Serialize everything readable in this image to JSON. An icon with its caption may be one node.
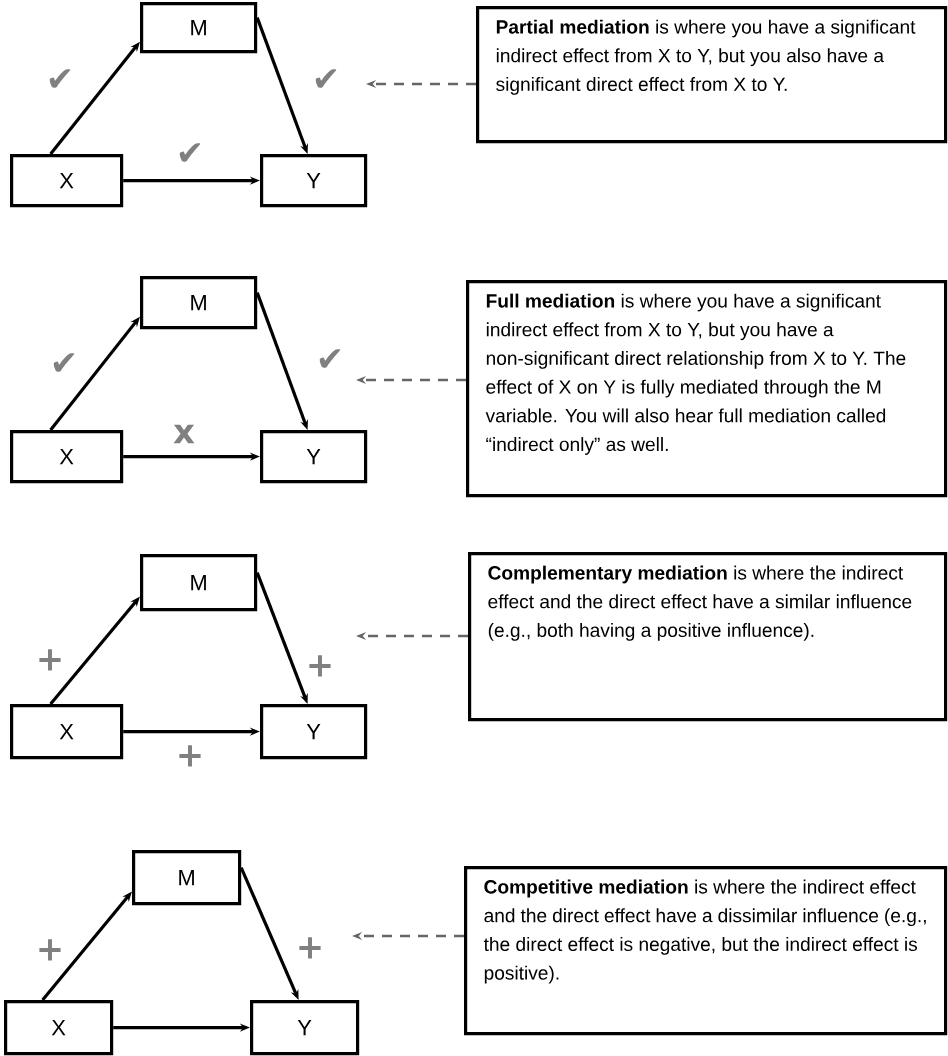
{
  "diagram": {
    "nodes": [
      {
        "text": [
          "M"
        ]
      },
      {
        "text": [
          "X"
        ]
      },
      {
        "text": [
          "Y"
        ]
      },
      {
        "text": [
          "**Partial mediation** is where you have a significant indirect effect from X to Y, but you also have a significant direct effect from X to Y."
        ]
      },
      {
        "text": [
          "M"
        ]
      },
      {
        "text": [
          "X"
        ]
      },
      {
        "text": [
          "Y"
        ]
      },
      {
        "text": [
          "**Full mediation** is where you have a significant indirect effect from X to Y, but you have a non-significant direct relationship from X to Y. The effect of X on Y is fully mediated through the M variable. You will also hear full mediation called “indirect only” as well."
        ]
      },
      {
        "text": [
          "M"
        ]
      },
      {
        "text": [
          "X"
        ]
      },
      {
        "text": [
          "Y"
        ]
      },
      {
        "text": [
          "**Complementary mediation** is where the indirect effect and the direct effect have a similar influence (e.g., both having a positive influence)."
        ]
      },
      {
        "text": [
          "M"
        ]
      },
      {
        "text": [
          "X"
        ]
      },
      {
        "text": [
          "Y"
        ]
      },
      {
        "text": [
          "**Competitive mediation** is where the indirect effect and the direct effect have a dissimilar influence (e.g., the direct effect is negative, but the indirect effect is positive)."
        ]
      }
    ],
    "edges": [
      {
        "from": 1,
        "to": 0,
        "arrow": "to",
        "label": "✔"
      },
      {
        "from": 0,
        "to": 2,
        "arrow": "to",
        "label": "✔"
      },
      {
        "from": 1,
        "to": 2,
        "arrow": "to",
        "label": "✔"
      },
      {
        "from": 3,
        "to": null,
        "arrow": "to",
        "style": "dashed",
        "color": "#666666"
      },
      {
        "from": 5,
        "to": 4,
        "arrow": "to",
        "label": "✔"
      },
      {
        "from": 4,
        "to": 6,
        "arrow": "to",
        "label": "✔"
      },
      {
        "from": 5,
        "to": 6,
        "arrow": "to",
        "label": "x"
      },
      {
        "from": 7,
        "to": null,
        "arrow": "to",
        "style": "dashed",
        "color": "#666666"
      },
      {
        "from": 9,
        "to": 8,
        "arrow": "to",
        "label": "+"
      },
      {
        "from": 8,
        "to": 10,
        "arrow": "to",
        "label": "+"
      },
      {
        "from": 9,
        "to": 10,
        "arrow": "to",
        "label": "+"
      },
      {
        "from": 11,
        "to": null,
        "arrow": "to",
        "style": "dashed",
        "color": "#666666"
      },
      {
        "from": 13,
        "to": 12,
        "arrow": "to",
        "label": "+"
      },
      {
        "from": 12,
        "to": 14,
        "arrow": "to",
        "label": "+"
      },
      {
        "from": 13,
        "to": 14,
        "arrow": "to"
      },
      {
        "from": 15,
        "to": null,
        "arrow": "to",
        "style": "dashed",
        "color": "#666666"
      }
    ]
  }
}
